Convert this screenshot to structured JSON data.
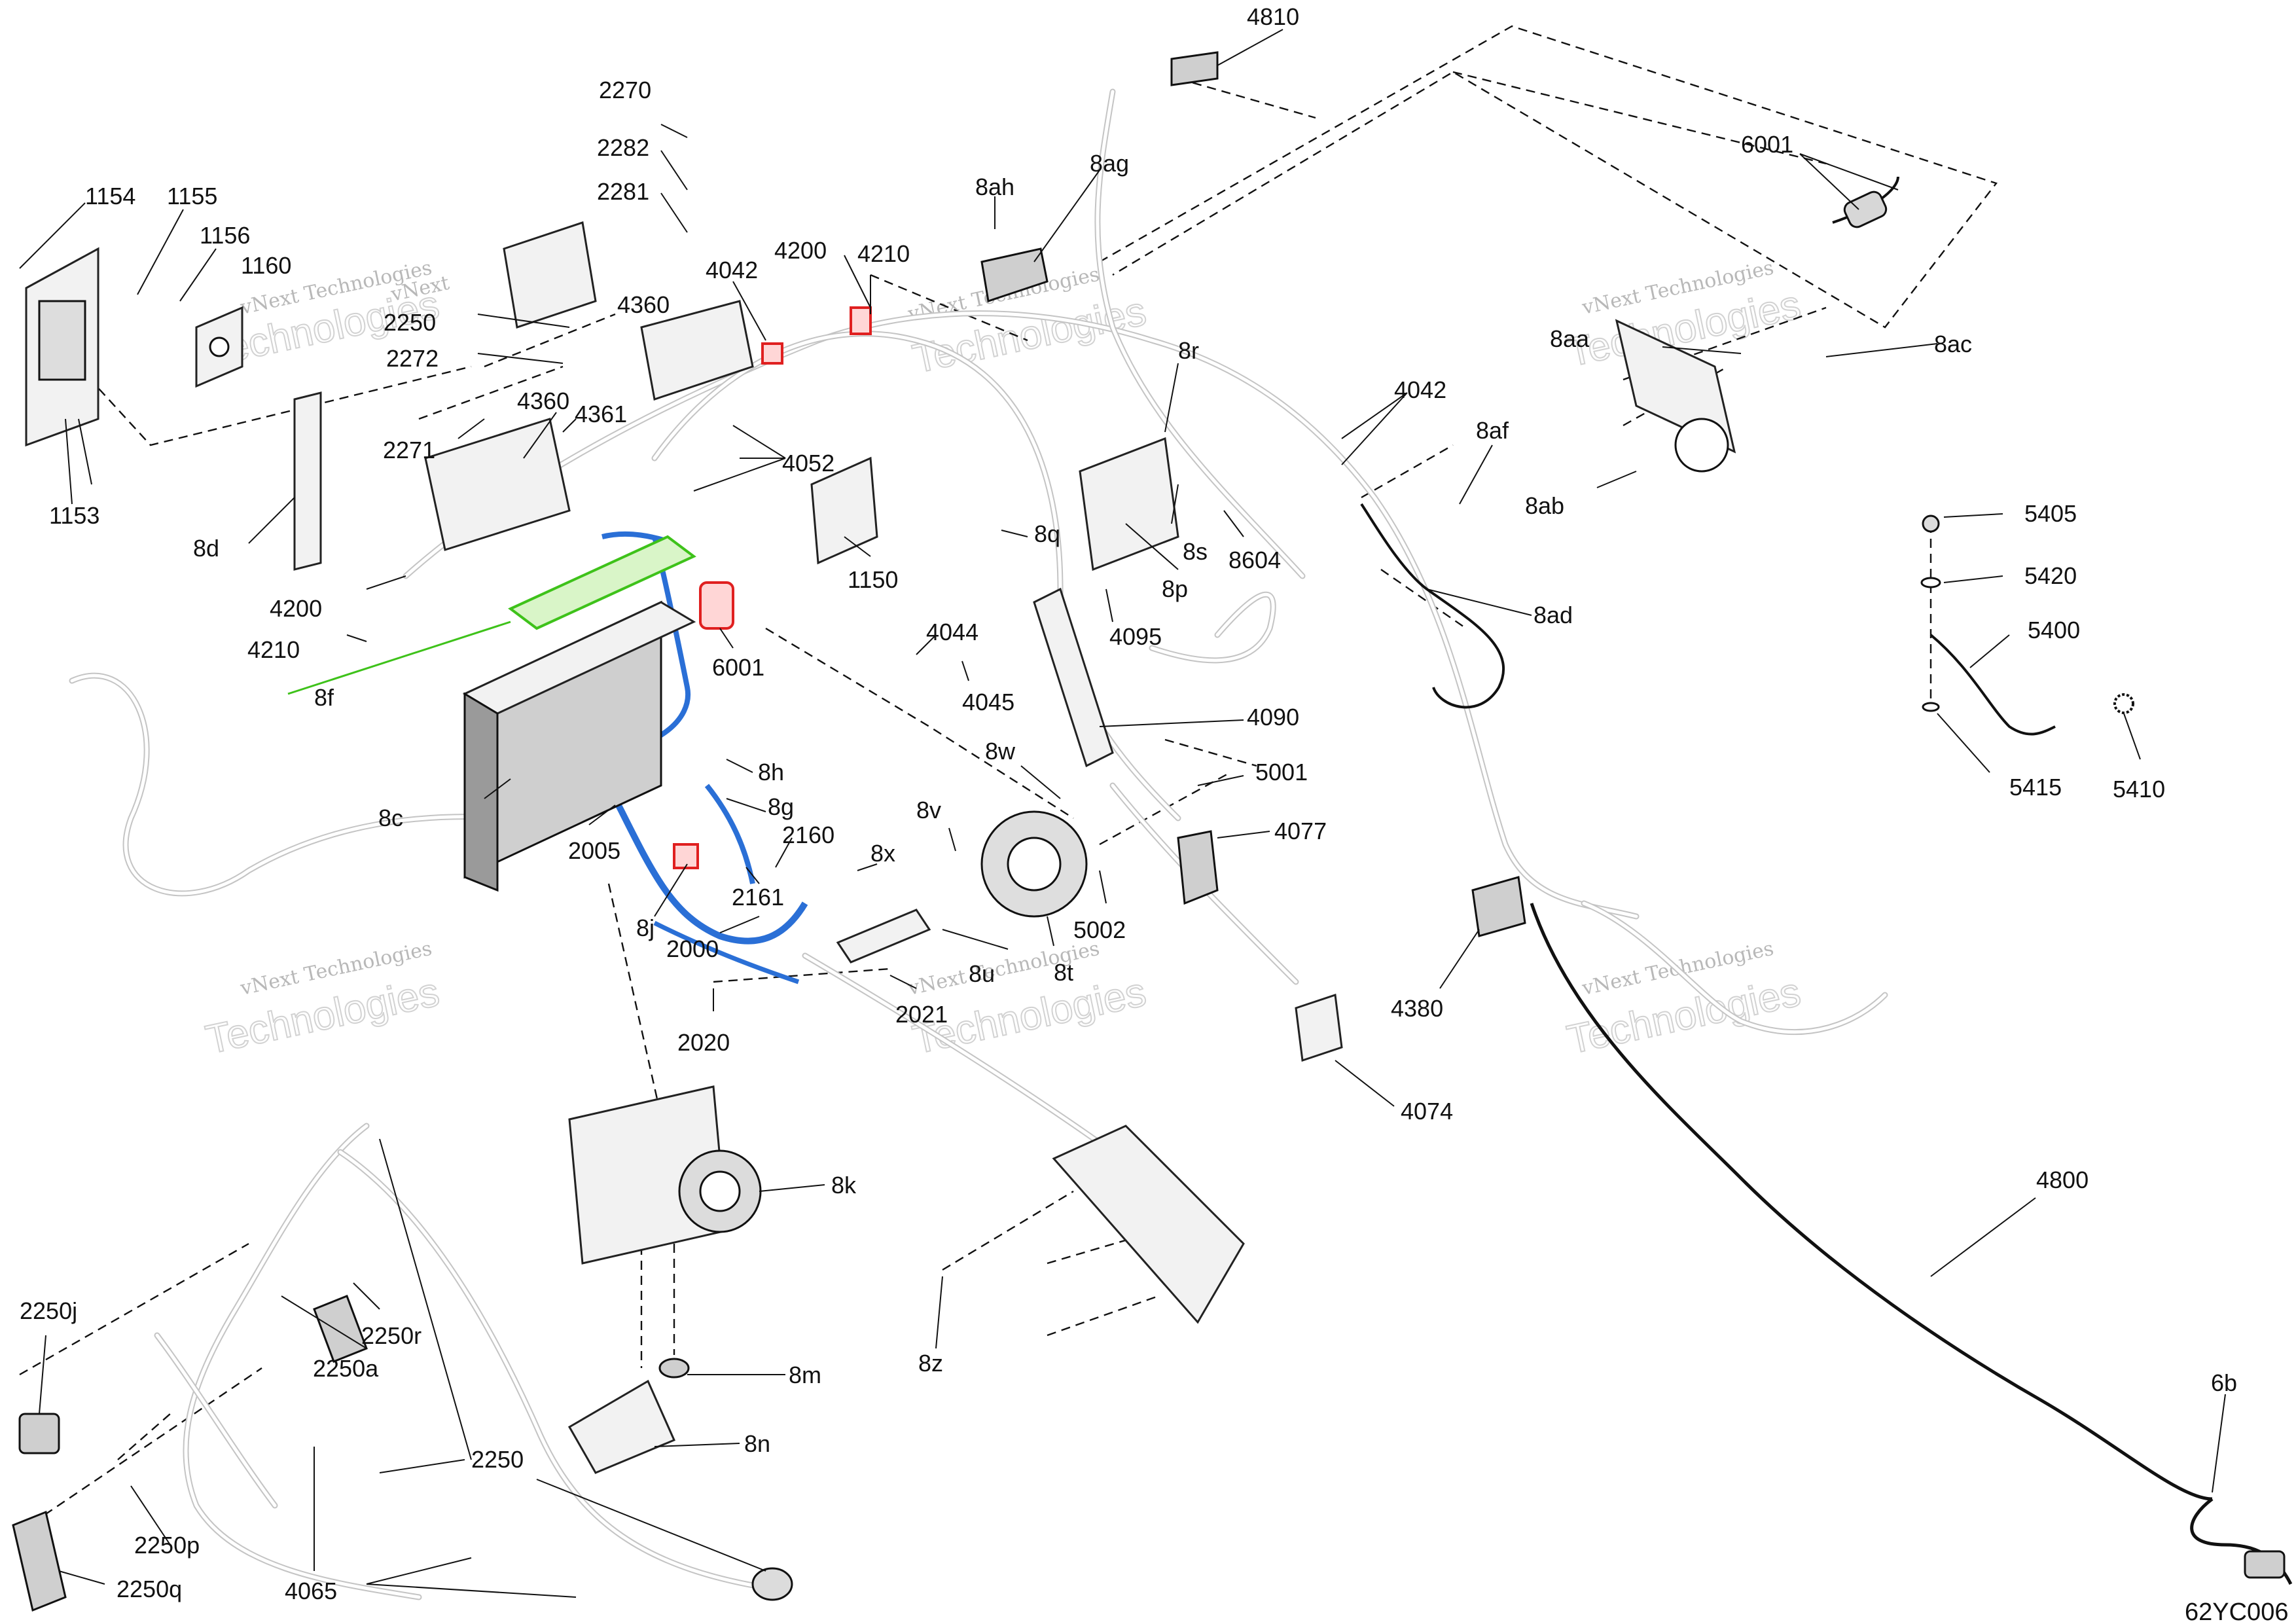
{
  "diagram": {
    "drawing_code": "62YC006",
    "watermark_name": "vNext",
    "watermark_text": "vNext Technologies",
    "watermark_big": "Technologies",
    "colors": {
      "blue_cable": "#2a6fd6",
      "red_part": "#e02020",
      "green_part": "#3ec21a",
      "lines": "#111111",
      "ghost": "#c4c4c4"
    },
    "labels": [
      "4810",
      "6001",
      "8ah",
      "8ag",
      "2270",
      "2282",
      "2281",
      "1154",
      "1155",
      "1156",
      "1160",
      "4042",
      "4200",
      "4210",
      "8aa",
      "8ac",
      "8ab",
      "2250",
      "2272",
      "4360",
      "8r",
      "4042",
      "8af",
      "2271",
      "4360",
      "4361",
      "4052",
      "8d",
      "1153",
      "1150",
      "8q",
      "8s",
      "8p",
      "8604",
      "5405",
      "5420",
      "5400",
      "5415",
      "5410",
      "4200",
      "4210",
      "8f",
      "6001",
      "4044",
      "4045",
      "4095",
      "8ad",
      "4090",
      "8h",
      "8w",
      "5001",
      "8c",
      "2005",
      "8g",
      "2160",
      "8v",
      "4077",
      "8x",
      "2161",
      "8j",
      "2000",
      "5002",
      "8u",
      "8t",
      "4380",
      "2020",
      "2021",
      "4074",
      "8k",
      "4800",
      "8z",
      "8m",
      "8n",
      "6b",
      "2250j",
      "2250r",
      "2250a",
      "2250",
      "2250p",
      "2250q",
      "4065"
    ]
  }
}
